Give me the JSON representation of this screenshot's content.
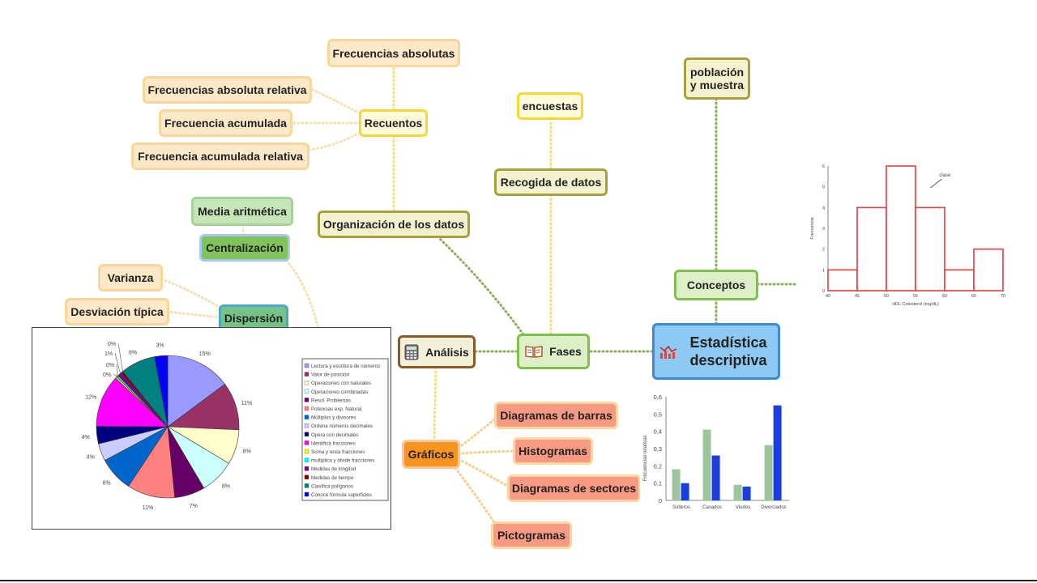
{
  "nodes": {
    "estadistica": "Estadística descriptiva",
    "fases": "Fases",
    "conceptos": "Conceptos",
    "poblacion": "población y muestra",
    "recogida": "Recogida de datos",
    "encuestas": "encuestas",
    "organizacion": "Organización de los datos",
    "recuentos": "Recuentos",
    "frec_abs": "Frecuencias absolutas",
    "frec_abs_rel": "Frecuencias absoluta relativa",
    "frec_acum": "Frecuencia acumulada",
    "frec_acum_rel": "Frecuencia acumulada relativa",
    "analisis": "Análisis",
    "centralizacion": "Centralización",
    "media": "Media aritmética",
    "dispersion": "Dispersión",
    "varianza": "Varianza",
    "desviacion": "Desviación típica",
    "graficos": "Gráficos",
    "diag_barras": "Diagramas de barras",
    "histogramas": "Histogramas",
    "diag_sectores": "Diagramas de sectores",
    "pictogramas": "Pictogramas"
  },
  "icons": {
    "estadistica": "chart-trend-icon",
    "fases": "open-book-icon",
    "analisis": "calculator-icon"
  },
  "chart_data": [
    {
      "type": "pie",
      "title": "",
      "labels": [
        "15%",
        "11%",
        "8%",
        "8%",
        "7%",
        "11%",
        "8%",
        "4%",
        "4%",
        "12%",
        "0%",
        "0%",
        "1%",
        "0%",
        "8%",
        "3%"
      ],
      "values": [
        15,
        11,
        8,
        8,
        7,
        11,
        8,
        4,
        4,
        12,
        0.4,
        0.4,
        1,
        0.4,
        8,
        3
      ],
      "colors": [
        "#9999ff",
        "#993366",
        "#ffffcc",
        "#ccffff",
        "#660066",
        "#ff8080",
        "#0066cc",
        "#ccccff",
        "#000080",
        "#ff00ff",
        "#ffff00",
        "#00ffff",
        "#800080",
        "#800000",
        "#008080",
        "#0000ff"
      ],
      "legend": [
        "Lectura y escritura de números",
        "Valor de posición",
        "Operaciones con naturales",
        "Operaciones combinadas",
        "Resol. Problemas",
        "Potencias exp. Natural",
        "Múltiplos y divisores",
        "Ordena números decimales",
        "Opera con decimales",
        "Identifica fracciones",
        "Suma y resta fracciones",
        "multiplica y divide fracciones",
        "Medidas de longitud",
        "Medidas de tiempo",
        "Clasifica polígonos",
        "Conoce fórmula superficies"
      ],
      "legend_placement": "right"
    },
    {
      "type": "bar",
      "title": "",
      "xlabel": "HDL Colesterol (mg/dL)",
      "ylabel": "Frecuencia",
      "bins": [
        40,
        45,
        50,
        55,
        60,
        65,
        70
      ],
      "values": [
        1,
        4,
        6,
        4,
        1,
        2
      ],
      "xlim": [
        40,
        70
      ],
      "ylim": [
        0,
        6
      ],
      "xticks": [
        "40",
        "45",
        "50",
        "55",
        "60",
        "65",
        "70"
      ],
      "yticks": [
        "0",
        "1",
        "2",
        "3",
        "4",
        "5",
        "6"
      ],
      "annotation": "clase",
      "color": "#e34040"
    },
    {
      "type": "bar",
      "title": "",
      "ylabel": "Frecuencias relativas",
      "categories": [
        "Solteros",
        "Casados",
        "Viudos",
        "Divorciados"
      ],
      "series": [
        {
          "values": [
            0.18,
            0.41,
            0.09,
            0.32
          ],
          "color": "#9cc59c"
        },
        {
          "values": [
            0.1,
            0.26,
            0.08,
            0.55
          ],
          "color": "#1a3ee0"
        }
      ],
      "ylim": [
        0,
        0.6
      ],
      "yticks": [
        "0",
        "0,1",
        "0,2",
        "0,3",
        "0,4",
        "0,5",
        "0,6"
      ],
      "grid": false
    }
  ]
}
